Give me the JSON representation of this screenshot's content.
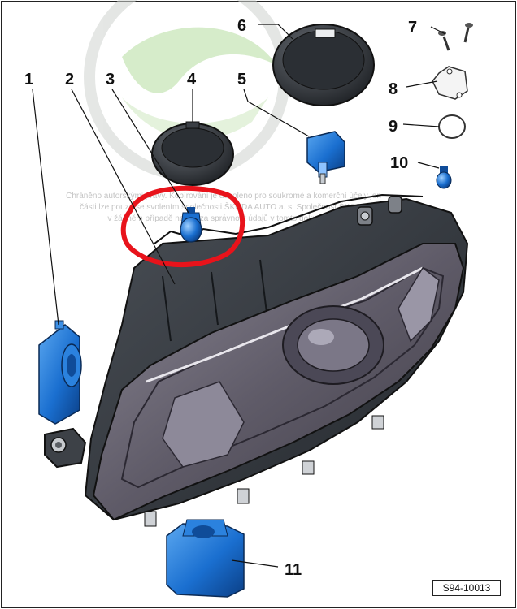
{
  "callouts": [
    "1",
    "2",
    "3",
    "4",
    "5",
    "6",
    "7",
    "8",
    "9",
    "10",
    "11"
  ],
  "watermark": {
    "line1": "Chráněno autorskými právy. Kopírování je dovoleno pro soukromé a komerční účely jen",
    "line2": "části lze pouze se svolením společnosti ŠKODA AUTO a. s. Společnost ŠKODA",
    "line3": "v žádném případě neručí za správnost údajů v tomto dokumentu"
  },
  "figure_code": "S94-10013",
  "colors": {
    "part_blue": "#1a6fd0",
    "highlight_red": "#e8131b",
    "housing_dark": "#3a3f46",
    "lens_gray": "#6e6a78",
    "logo_green": "#9bd27a"
  }
}
